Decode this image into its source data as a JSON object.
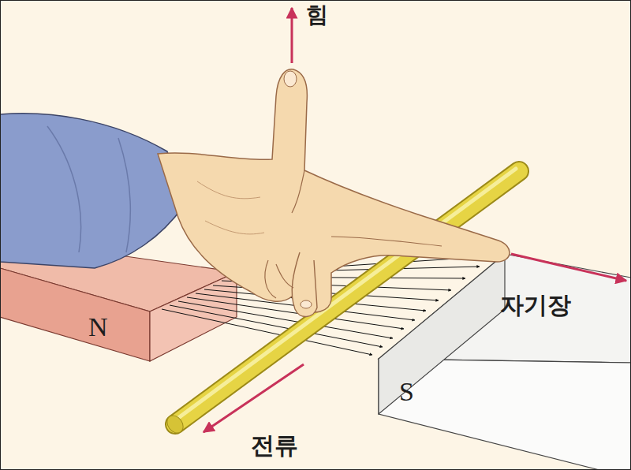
{
  "diagram": {
    "labels": [
      "힘",
      "N",
      "자기장",
      "S",
      "전류"
    ]
  }
}
